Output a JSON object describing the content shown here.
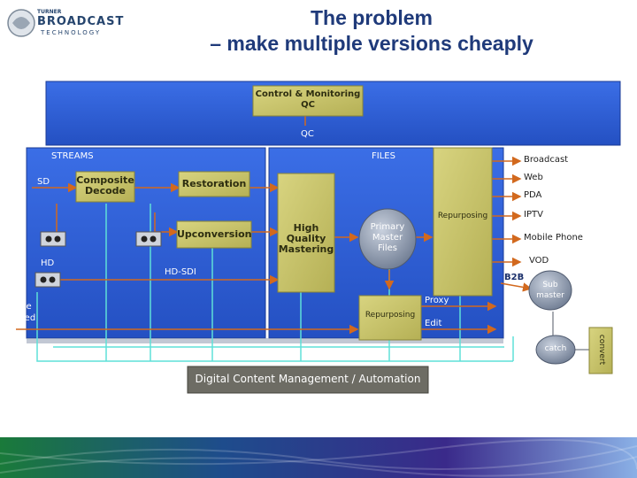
{
  "slide": {
    "title_line1": "The problem",
    "title_line2": "– make multiple versions cheaply"
  },
  "logo": {
    "top_word": "TURNER",
    "main_word": "BROADCAST",
    "sub_word": "TECHNOLOGY"
  },
  "diagram": {
    "control_box": [
      "Control & Monitoring",
      "QC"
    ],
    "qc_label": "QC",
    "streams_label": "STREAMS",
    "files_label": "FILES",
    "sd_label": "SD",
    "hd_label": "HD",
    "hd_sdi_label": "HD-SDI",
    "live_feed_label": [
      "live",
      "feed"
    ],
    "composite_decode": [
      "Composite",
      "Decode"
    ],
    "restoration": "Restoration",
    "upconversion": "Upconversion",
    "hq_mastering": [
      "High",
      "Quality",
      "Mastering"
    ],
    "primary_master": [
      "Primary",
      "Master",
      "Files"
    ],
    "repurposing_top": "Repurposing",
    "repurposing_bottom": "Repurposing",
    "proxy_label": "Proxy",
    "edit_label": "Edit",
    "b2b_label": "B2B",
    "submaster": [
      "Sub",
      "master"
    ],
    "catch_label": "catch",
    "convert_label": "convert",
    "dcm_label": "Digital Content Management / Automation",
    "outputs": [
      "Broadcast",
      "Web",
      "PDA",
      "IPTV",
      "Mobile Phone",
      "VOD"
    ],
    "colors": {
      "panel_blue": "#2f5fd6",
      "box_khaki": "#c8c46a",
      "arrow_orange": "#d2691e",
      "line_cyan": "#5fe0d8"
    }
  }
}
